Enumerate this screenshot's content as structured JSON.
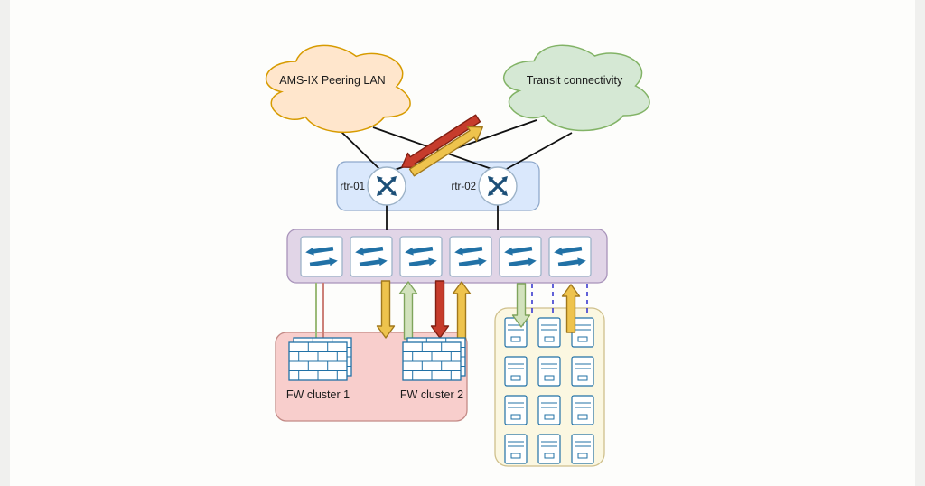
{
  "diagram": {
    "clouds": [
      {
        "id": "ams-ix",
        "label": "AMS-IX Peering LAN"
      },
      {
        "id": "transit",
        "label": "Transit connectivity"
      }
    ],
    "routers": [
      {
        "label": "rtr-01"
      },
      {
        "label": "rtr-02"
      }
    ],
    "switch_count": 6,
    "firewall_clusters": [
      {
        "label": "FW cluster 1"
      },
      {
        "label": "FW cluster 2"
      }
    ],
    "servers": {
      "rows": 4,
      "columns": 3,
      "count": 12
    },
    "arrows": {
      "top": [
        {
          "color": "red",
          "direction": "down-left"
        },
        {
          "color": "yellow",
          "direction": "up-right"
        }
      ],
      "to_firewalls": [
        {
          "color": "yellow",
          "direction": "down"
        },
        {
          "color": "green",
          "direction": "up"
        },
        {
          "color": "red",
          "direction": "down"
        },
        {
          "color": "yellow",
          "direction": "up"
        }
      ],
      "to_servers": [
        {
          "color": "green",
          "direction": "down"
        },
        {
          "color": "yellow",
          "direction": "up"
        }
      ]
    }
  },
  "icons": {
    "router": "router-icon",
    "switch": "switch-icon",
    "firewall": "firewall-icon",
    "server": "server-icon",
    "cloud": "cloud-shape"
  },
  "colors": {
    "cloud_peering_fill": "#ffe6cc",
    "cloud_peering_stroke": "#d79b00",
    "cloud_transit_fill": "#d5e8d4",
    "cloud_transit_stroke": "#82b366",
    "router_band_fill": "#dae8fc",
    "router_band_stroke": "#8fa9cc",
    "switch_band_fill": "#e1d5e7",
    "switch_band_stroke": "#a893ba",
    "firewall_area_fill": "#f8cecc",
    "firewall_area_stroke": "#c38a86",
    "server_area_fill": "#fbf7e1",
    "server_area_stroke": "#cfc08c",
    "link_black": "#111111",
    "dashed_blue": "#3b3bd0",
    "arrow_red_fill": "#c63c2c",
    "arrow_red_stroke": "#801f12",
    "arrow_yellow_fill": "#eec34d",
    "arrow_yellow_stroke": "#a1781c",
    "arrow_green_fill": "#d2e2bd",
    "arrow_green_stroke": "#7fa45c",
    "thin_green": "#9cbb79",
    "thin_red": "#cc8078",
    "icon_blue": "#2171a6",
    "router_icon_blue": "#1c4f78",
    "icon_border": "#9db3c8",
    "label_color": "#1b1b1b"
  }
}
